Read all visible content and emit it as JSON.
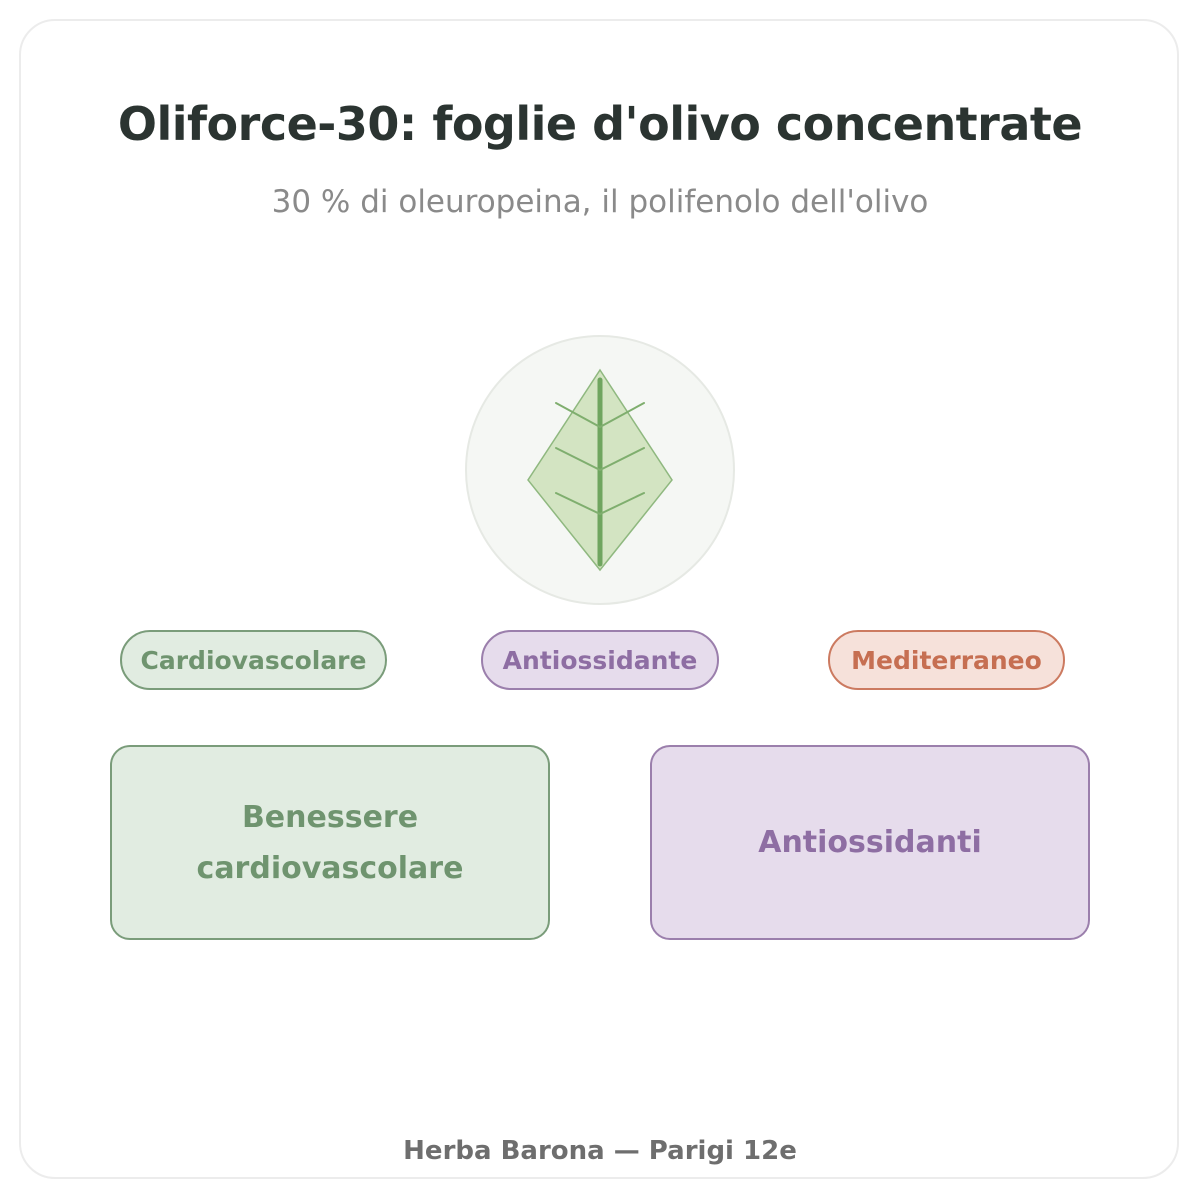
{
  "header": {
    "title": "Oliforce-30: foglie d'olivo concentrate",
    "subtitle": "30 % di oleuropeina, il polifenolo dell'olivo"
  },
  "emblem": {
    "icon": "olive-leaf-icon",
    "colors": {
      "circle_fill": "#f5f7f4",
      "circle_stroke": "#e6e9e4",
      "leaf_fill": "#d3e4c2",
      "leaf_stroke": "#8fb87f",
      "vein": "#6fa55f"
    }
  },
  "tags": [
    {
      "label": "Cardiovascolare",
      "color": "#6f946f"
    },
    {
      "label": "Antiossidante",
      "color": "#8e6ea3"
    },
    {
      "label": "Mediterraneo",
      "color": "#c66f52"
    }
  ],
  "benefits": [
    {
      "label": "Benessere cardiovascolare",
      "color": "#6f946f"
    },
    {
      "label": "Antiossidanti",
      "color": "#8e6ea3"
    }
  ],
  "footer": {
    "text": "Herba Barona — Parigi 12e"
  }
}
